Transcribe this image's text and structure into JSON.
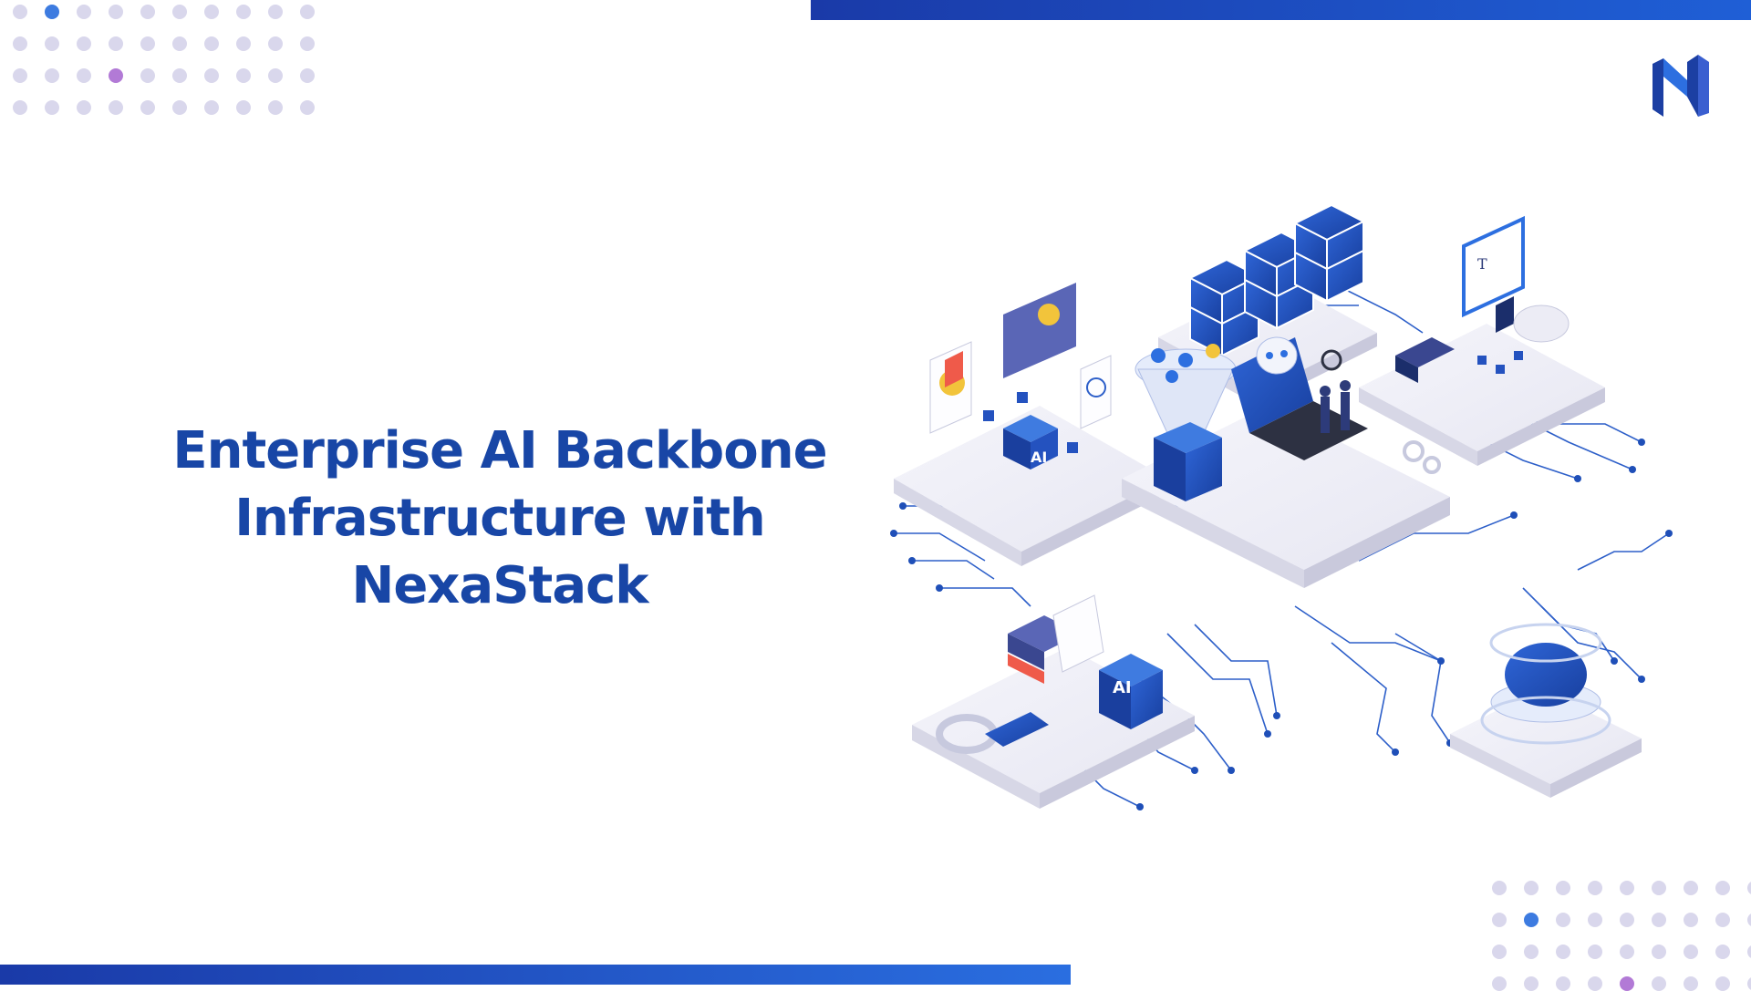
{
  "slide": {
    "title_lines": [
      "Enterprise AI Backbone",
      "Infrastructure with",
      "NexaStack"
    ],
    "illustration": {
      "ai_chip_label": "AI",
      "ai_cube_label": "AI",
      "book_letter": "T"
    }
  },
  "brand": {
    "logo_icon": "nexastack-n-logo-icon"
  },
  "colors": {
    "accent": "#1846a6",
    "bar_start": "#1a3aa8",
    "bar_end": "#1f5fd6",
    "dot": "#d9d7ec",
    "dot_blue": "#3d7be0",
    "dot_purple": "#b27ad6"
  }
}
